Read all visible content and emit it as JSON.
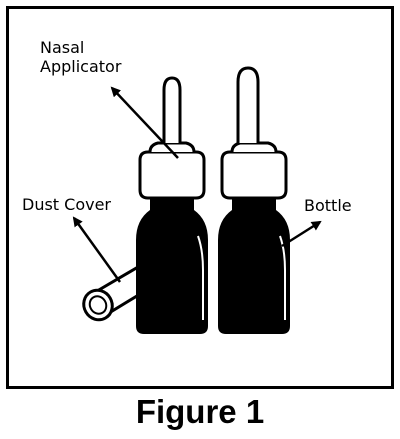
{
  "labels": {
    "nasal_applicator_line1": "Nasal",
    "nasal_applicator_line2": "Applicator",
    "dust_cover": "Dust Cover",
    "bottle": "Bottle"
  },
  "caption": "Figure 1",
  "colors": {
    "ink": "#000000",
    "paper": "#ffffff"
  }
}
